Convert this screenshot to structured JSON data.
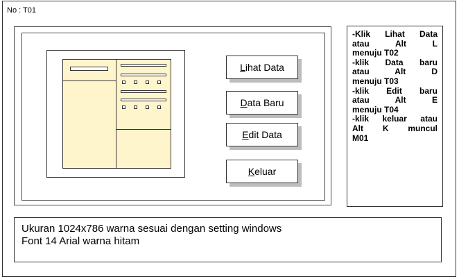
{
  "screen_id": "No : T01",
  "buttons": [
    {
      "accel": "L",
      "rest": "ihat Data"
    },
    {
      "accel": "D",
      "rest": "ata Baru"
    },
    {
      "accel": "E",
      "rest": "dit Data"
    },
    {
      "accel": "K",
      "rest": "eluar"
    }
  ],
  "notes": [
    "-Klik Lihat Data",
    "atau Alt L",
    "menuju T02",
    "-klik Data baru",
    "atau Alt D",
    "menuju T03",
    "-klik Edit baru",
    "atau Alt E",
    "menuju T04",
    "-klik keluar atau",
    "Alt K muncul",
    "M01"
  ],
  "spec": {
    "line1": "Ukuran 1024x786 warna sesuai dengan setting windows",
    "line2": "Font 14 Arial warna hitam"
  },
  "colors": {
    "thumbnail_fill": "#fff5cc",
    "button_shadow": "#bdbdbd",
    "border": "#333333"
  }
}
